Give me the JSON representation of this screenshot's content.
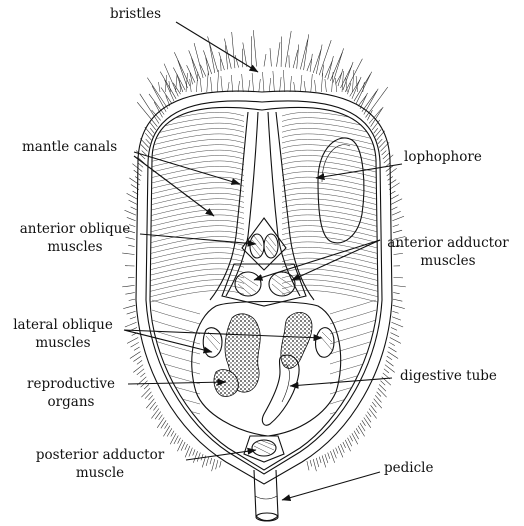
{
  "labels": {
    "bristles": "bristles",
    "mantle_canals": "mantle canals",
    "lophophore": "lophophore",
    "anterior_oblique_1": "anterior oblique",
    "anterior_oblique_2": "muscles",
    "anterior_adductor_1": "anterior adductor",
    "anterior_adductor_2": "muscles",
    "lateral_oblique_1": "lateral oblique",
    "lateral_oblique_2": "muscles",
    "reproductive_1": "reproductive",
    "reproductive_2": "organs",
    "digestive_tube": "digestive tube",
    "posterior_adductor_1": "posterior adductor",
    "posterior_adductor_2": "muscle",
    "pedicle": "pedicle"
  },
  "colors": {
    "ink": "#111111",
    "paper": "#ffffff",
    "gonad_fill": "#3a3a3a"
  }
}
